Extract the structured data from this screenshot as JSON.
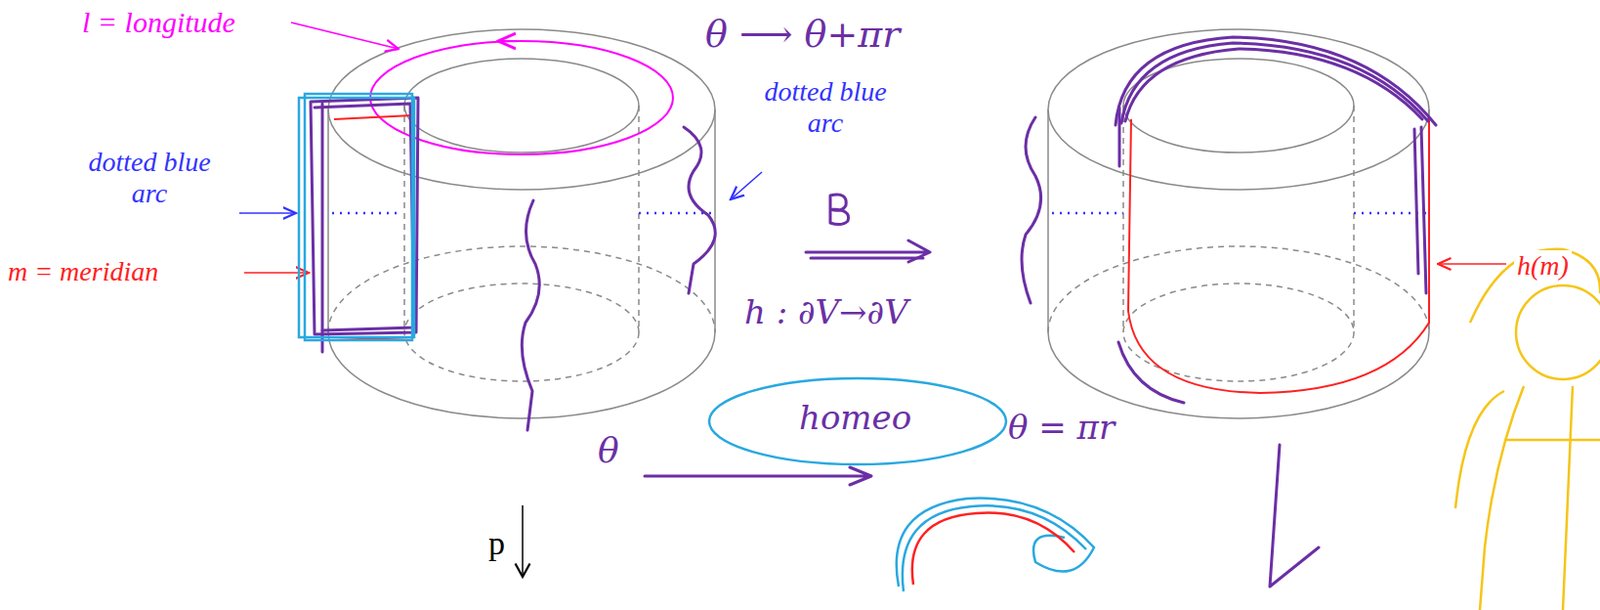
{
  "diagram": {
    "labels": [
      "l = longitude",
      "dotted blue arc",
      "dotted blue arc",
      "m = meridian",
      "h(m)",
      "p",
      "θ ⟶ θ+πr",
      "h : ∂V→∂V",
      "homeo",
      "θ",
      "θ = πr"
    ]
  }
}
